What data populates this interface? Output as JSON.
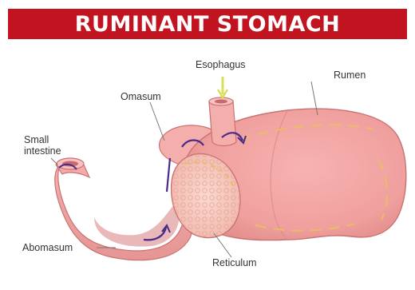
{
  "header": {
    "title": "RUMINANT STOMACH"
  },
  "labels": {
    "esophagus": "Esophagus",
    "rumen": "Rumen",
    "omasum": "Omasum",
    "small_intestine_line1": "Small",
    "small_intestine_line2": "intestine",
    "abomasum": "Abomasum",
    "reticulum": "Reticulum"
  },
  "colors": {
    "banner": "#c21420",
    "tissue": "#f2a6a4",
    "tissue_outline": "#c97272",
    "flow_arrow": "#4a2a8a",
    "esophagus_arrow": "#d8e05a",
    "rumen_fibers": "#e8c060"
  }
}
